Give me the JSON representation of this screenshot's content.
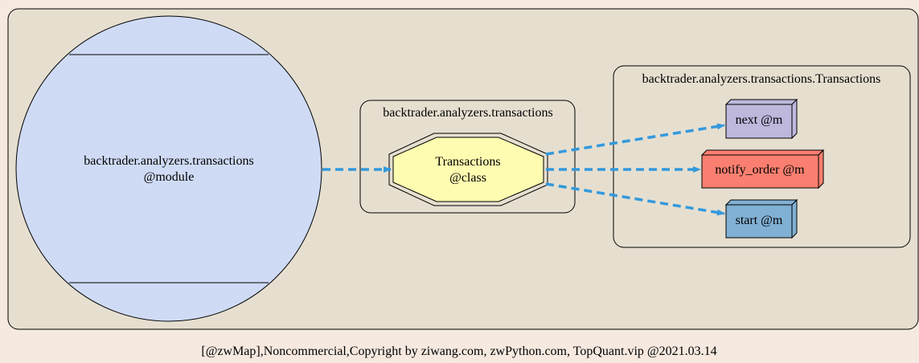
{
  "colors": {
    "page_bg": "#f6e9df",
    "outer_cluster_bg": "#e6dfd0",
    "module_fill": "#cfdbf5",
    "class_fill": "#fefcb0",
    "next_fill": "#bdb8dc",
    "notify_fill": "#fa7f70",
    "start_fill": "#80b0d3",
    "edge": "#3399dd"
  },
  "diagram": {
    "module_node": {
      "line1": "backtrader.analyzers.transactions",
      "line2": "@module"
    },
    "module_cluster_label": "backtrader.analyzers.transactions",
    "class_node": {
      "line1": "Transactions",
      "line2": "@class"
    },
    "class_cluster_label": "backtrader.analyzers.transactions.Transactions",
    "methods": {
      "next": "next @m",
      "notify_order": "notify_order @m",
      "start": "start @m"
    }
  },
  "footer": "[@zwMap],Noncommercial,Copyright by ziwang.com, zwPython.com, TopQuant.vip @2021.03.14"
}
